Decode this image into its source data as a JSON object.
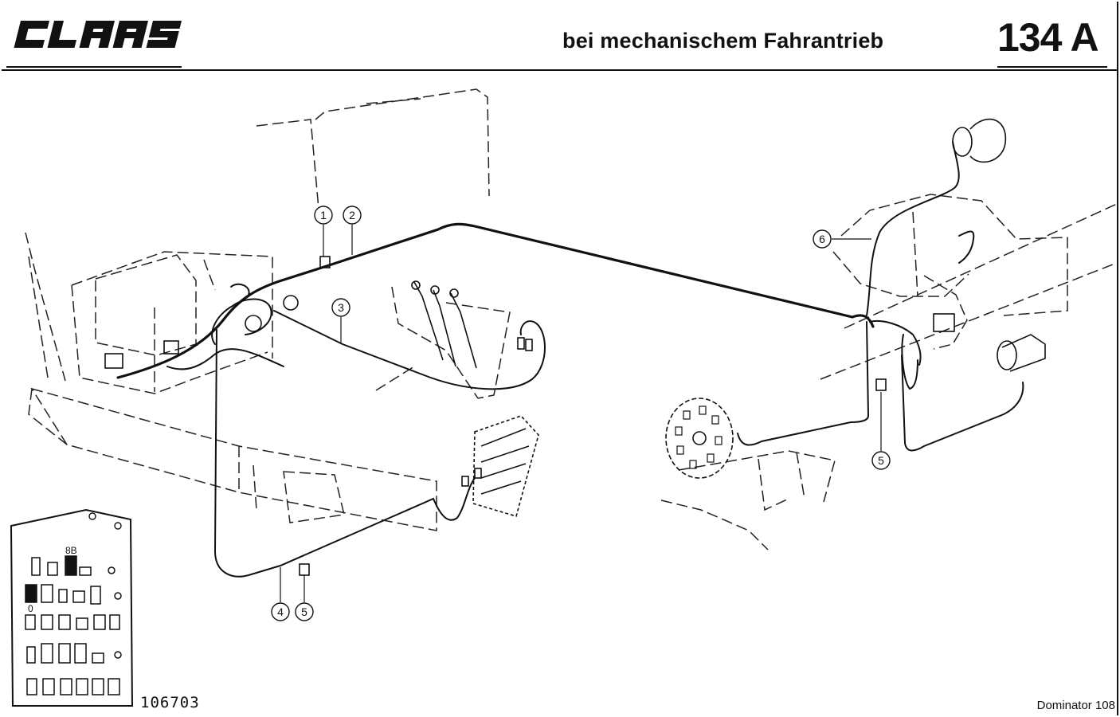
{
  "header": {
    "logo_text": "CLAAS",
    "title": "bei mechanischem Fahrantrieb",
    "page_number": "134 A"
  },
  "callouts": [
    "1",
    "2",
    "3",
    "4",
    "5",
    "5",
    "6"
  ],
  "fuse_box": {
    "label_top": "8B",
    "label_left": "0"
  },
  "footer": {
    "drawing_number": "106703",
    "model": "Dominator 108"
  }
}
